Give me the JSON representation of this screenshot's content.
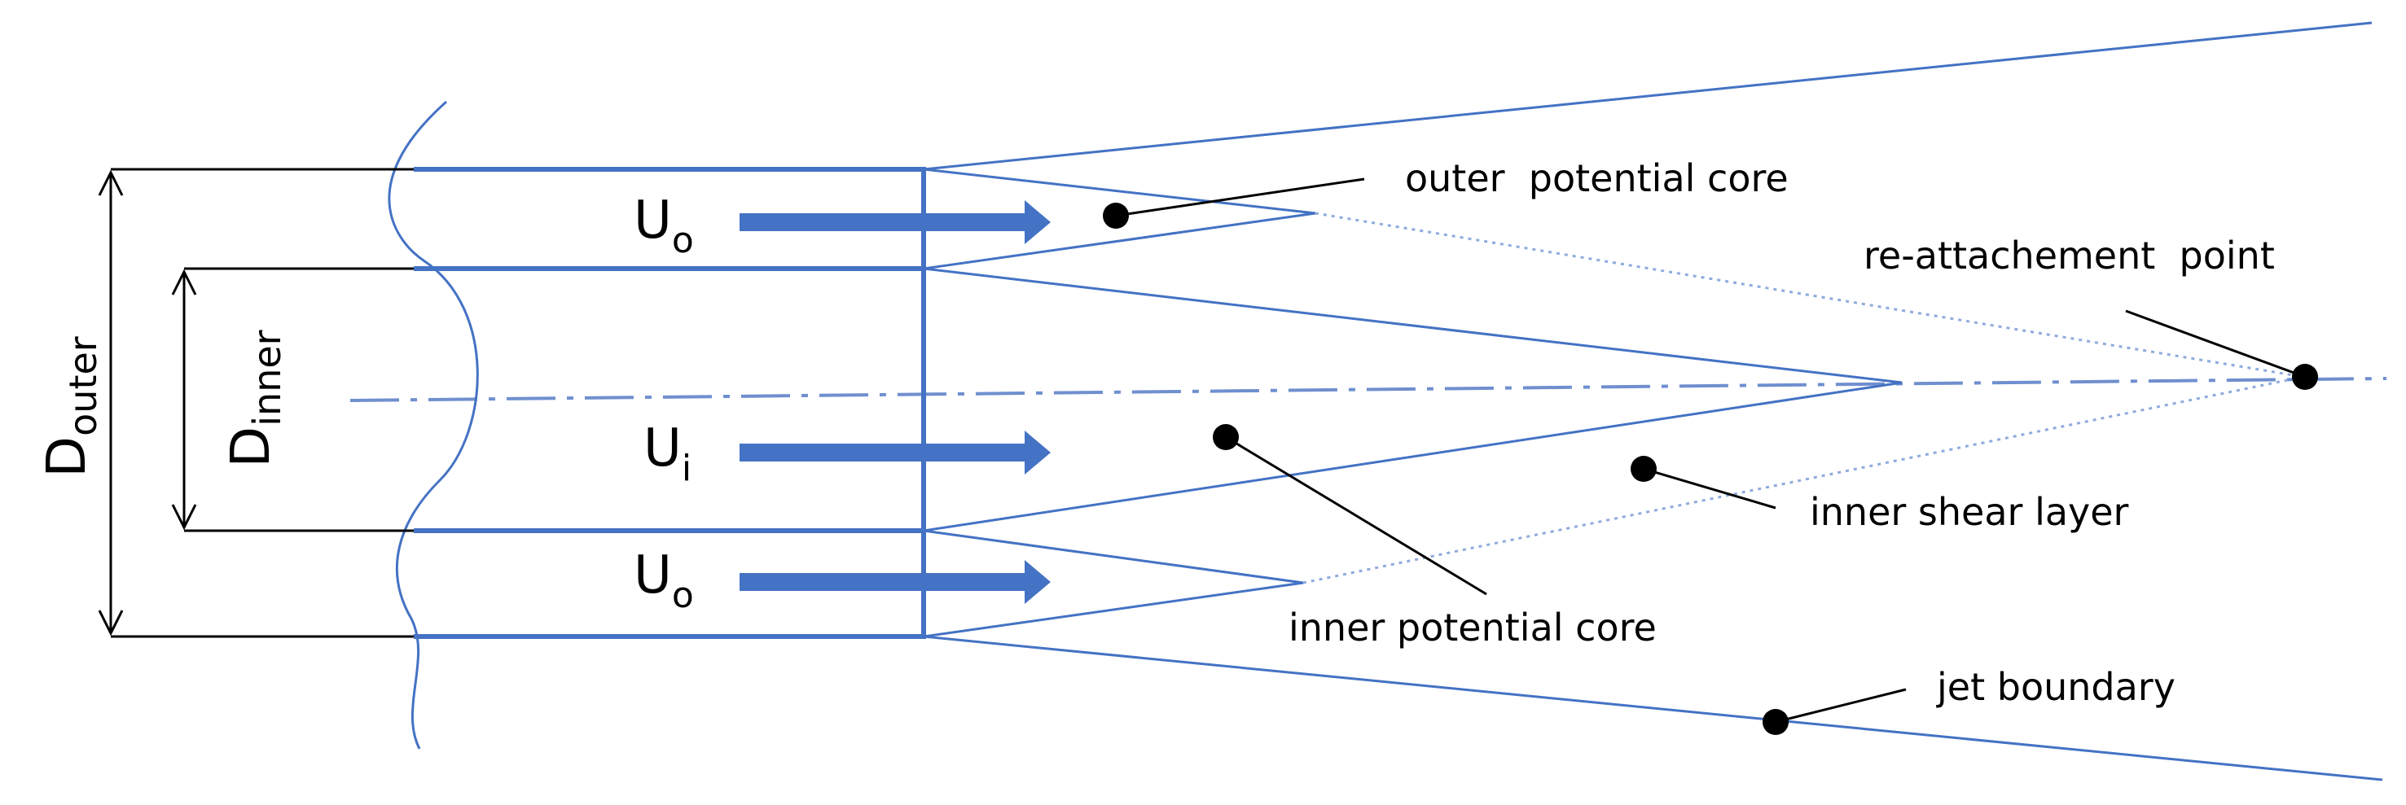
{
  "colors": {
    "nozzle": "#4472C4",
    "flow_arrow": "#4472C4",
    "shear_line": "#4472C4",
    "core_dotted": "#8FAADC",
    "centerline": "#6F8FCF",
    "dimension": "#000000",
    "leader": "#000000"
  },
  "dimensions": {
    "outer": {
      "symbol": "D",
      "subscript": "outer"
    },
    "inner": {
      "symbol": "D",
      "subscript": "inner"
    }
  },
  "velocities": [
    {
      "symbol": "U",
      "subscript": "o"
    },
    {
      "symbol": "U",
      "subscript": "i"
    },
    {
      "symbol": "U",
      "subscript": "o"
    }
  ],
  "annotations": {
    "outer_potential_core": "outer  potential core",
    "reattachment_point": "re-attachement  point",
    "inner_shear_layer": "inner shear layer",
    "inner_potential_core": "inner potential core",
    "jet_boundary": "jet boundary"
  }
}
